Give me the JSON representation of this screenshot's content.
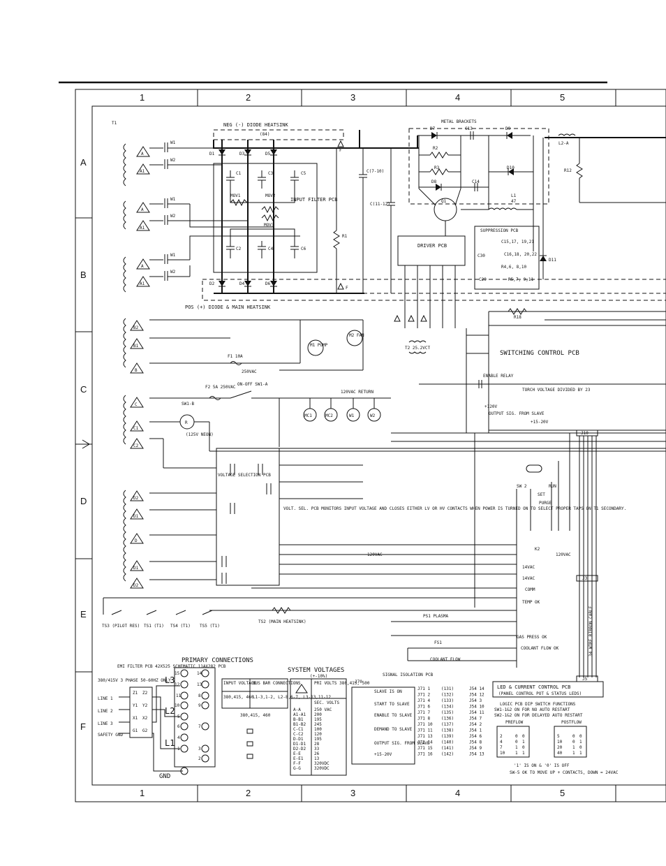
{
  "grid": {
    "columns": [
      "1",
      "2",
      "3",
      "4",
      "5"
    ],
    "rows": [
      "A",
      "B",
      "C",
      "D",
      "E",
      "F"
    ]
  },
  "transformer": {
    "ref": "T1",
    "terminals": [
      "A",
      "A1",
      "A",
      "A1",
      "A",
      "A1",
      "B2",
      "B1",
      "B",
      "C",
      "C1",
      "C2",
      "D2",
      "D1",
      "D",
      "D1",
      "D2"
    ],
    "wires": [
      "W1",
      "W2",
      "W1",
      "W2",
      "W1",
      "W2"
    ]
  },
  "neg_heatsink": {
    "title": "NEG (-) DIODE HEATSINK",
    "diodes": [
      "D1",
      "D3",
      "D5"
    ],
    "wire": "(84)"
  },
  "pos_heatsink": {
    "title": "POS (+) DIODE & MAIN HEATSINK",
    "diodes": [
      "D2",
      "D4",
      "D6"
    ]
  },
  "input_filter": {
    "title": "INPUT FILTER PCB",
    "caps": [
      "C1",
      "C3",
      "C5",
      "C2",
      "C4",
      "C6"
    ],
    "movs": [
      "MOV1",
      "MOV2",
      "MOV3"
    ]
  },
  "right_section": {
    "metal_brackets": "METAL BRACKETS",
    "parts": [
      "D7",
      "C13",
      "D9",
      "R2",
      "R3",
      "D8",
      "C14",
      "D10",
      "L1",
      "Q1",
      "R12",
      "L2-A",
      "D11",
      "R1",
      "C(7-10)",
      "C(11-12)"
    ],
    "inductor_value": "47",
    "driver_pcb": "DRIVER PCB",
    "suppression_pcb": "SUPPRESSION PCB",
    "suppression_parts": [
      "C15,17, 19,21",
      "C16,18, 20,22",
      "R4,6, 8,10",
      "R5,7, 9,11",
      "C30",
      "C29"
    ],
    "switching_pcb": "SWITCHING CONTROL PCB",
    "enable_relay": "ENABLE RELAY",
    "torch_voltage": "TORCH VOLTAGE DIVIDED BY 23",
    "out_labels": [
      "+120V",
      "OUTPUT SIG. FROM SLAVE",
      "+15-20V"
    ],
    "transformer2": "T2 25.2VCT",
    "r18": "R18"
  },
  "control_section": {
    "f1": "F1 10A",
    "f2": "F2 5A 250VAC",
    "vac250": "250VAC",
    "switch": "ON-OFF SW1-A",
    "switch_b": "SW1-B",
    "neon": "(125V NEON)",
    "motors": [
      "MC1",
      "MC2",
      "W1",
      "W2"
    ],
    "pump": "M1 PUMP",
    "fan": "M2 FAN",
    "return": "120VAC RETURN",
    "pcb": "VOLTAGE SELECTION PCB",
    "note": "VOLT. SEL. PCB MONITORS INPUT VOLTAGE AND CLOSES EITHER LV OR HV CONTACTS WHEN POWER IS TURNED ON TO SELECT PROPER TAPS ON T1 SECONDARY.",
    "vac120": "120VAC",
    "vac14": "14VAC",
    "comm": "COMM",
    "temp_ok": "TEMP OK",
    "gas_ok": "GAS PRESS OK",
    "coolant_ok": "COOLANT FLOW OK",
    "ps1": "PS1 PLASMA",
    "fs1": "FS1",
    "coolant_flow": "COOLANT FLOW",
    "run": "RUN",
    "set": "SET",
    "purge": "PURGE",
    "sw2": "SW 2",
    "k2": "K2",
    "ts": [
      "TS3 (PILOT RES)",
      "TS1 (T1)",
      "TS4 (T1)",
      "TS5 (T1)",
      "TS2 (MAIN HEATSINK)"
    ],
    "ribbon": "34 WIRE RIBBON CABLE",
    "j10": "J10",
    "j3": "J3",
    "j5": "J5"
  },
  "primary": {
    "title": "PRIMARY CONNECTIONS",
    "filter_note": "EMI FILTER PCB 42X525 SCHEMATIC 11AX282 PCB",
    "phase_note": "380/415V 3 PHASE 50-60HZ ONLY",
    "lines": [
      "LINE 1",
      "LINE 2",
      "LINE 3",
      "SAFETY GND"
    ],
    "filter_terms": [
      "Z1",
      "Z2",
      "Y1",
      "Y2",
      "X1",
      "X2",
      "G1",
      "G2"
    ],
    "taps_left": [
      "15",
      "12",
      "11",
      "10",
      "5",
      "6",
      "4",
      "1"
    ],
    "taps_right": [
      "14",
      "13",
      "8",
      "9",
      "7",
      "3",
      "2"
    ],
    "coils": [
      "L3",
      "L2",
      "L1"
    ],
    "gnd": "GND",
    "tbl_head": [
      "INPUT VOLTAGE",
      "BUS BAR CONNECTIONS"
    ],
    "tbl_volt": "380,415, 460",
    "tbl_conn": "L1-3,1-2, L2-8,6-7, L3-13,11-12",
    "tbl_row2": "380,415, 460"
  },
  "sysvolts": {
    "title": "SYSTEM VOLTAGES",
    "tol": "(+-10%)",
    "pri_head": "PRI VOLTS 380,415, 500",
    "sec_head": "SEC. VOLTS",
    "rows": [
      [
        "A-A",
        "250 VAC"
      ],
      [
        "A1-A1",
        "200"
      ],
      [
        "B-B1",
        "195"
      ],
      [
        "B1-B2",
        "245"
      ],
      [
        "C-C1",
        "100"
      ],
      [
        "C-C2",
        "120"
      ],
      [
        "D-D1",
        "195"
      ],
      [
        "D1-D1",
        "28"
      ],
      [
        "D2-D2",
        "33"
      ],
      [
        "E-E",
        "26"
      ],
      [
        "E-E1",
        "13"
      ],
      [
        "F-F",
        "320VDC"
      ],
      [
        "G-G",
        "320VDC"
      ]
    ]
  },
  "signal": {
    "title": "SIGNAL ISOLATION PCB",
    "items": [
      "SLAVE IS ON",
      "START TO SLAVE",
      "ENABLE TO SLAVE",
      "DEMAND TO SLAVE",
      "OUTPUT SIG. FROM SLAVE",
      "+15-20V"
    ],
    "j70": "J70",
    "j71": [
      "J71 1",
      "J71 2",
      "J71 4",
      "J71 6",
      "J71 7",
      "J71 8",
      "J71 10",
      "J71 11",
      "J71 13",
      "J71 14",
      "J71 15",
      "J71 16"
    ],
    "j54": [
      "J54 14",
      "J54 12",
      "J54 3",
      "J54 10",
      "J54 11",
      "J54 7",
      "J54 2",
      "J54 1",
      "J54 6",
      "J54 8",
      "J54 9",
      "J54 13"
    ],
    "wires": [
      "(131)",
      "(132)",
      "(133)",
      "(134)",
      "(135)",
      "(136)",
      "(137)",
      "(138)",
      "(139)",
      "(140)",
      "(141)",
      "(142)"
    ]
  },
  "logic": {
    "title": "LED & CURRENT CONTROL PCB",
    "subtitle": "(PANEL CONTROL POT & STATUS LEDS)",
    "dip_title": "LOGIC PCB DIP SWITCH FUNCTIONS",
    "sw1": "SW1-1&2  ON FOR NO AUTO RESTART",
    "sw2": "SW2-1&2  ON FOR DELAYED AUTO RESTART",
    "preflow": "PREFLOW",
    "postflow": "POSTFLOW",
    "pre_rows": [
      [
        "2",
        "0",
        "0"
      ],
      [
        "4",
        "0",
        "1"
      ],
      [
        "7",
        "1",
        "0"
      ],
      [
        "10",
        "1",
        "1"
      ]
    ],
    "post_rows": [
      [
        "5",
        "0",
        "0"
      ],
      [
        "10",
        "0",
        "1"
      ],
      [
        "20",
        "1",
        "0"
      ],
      [
        "40",
        "1",
        "1"
      ]
    ],
    "note1": "'1' IS ON & '0' IS OFF",
    "note2": "SW-5 OK TO MOVE UP + CONTACTS, DOWN = 24VAC"
  }
}
